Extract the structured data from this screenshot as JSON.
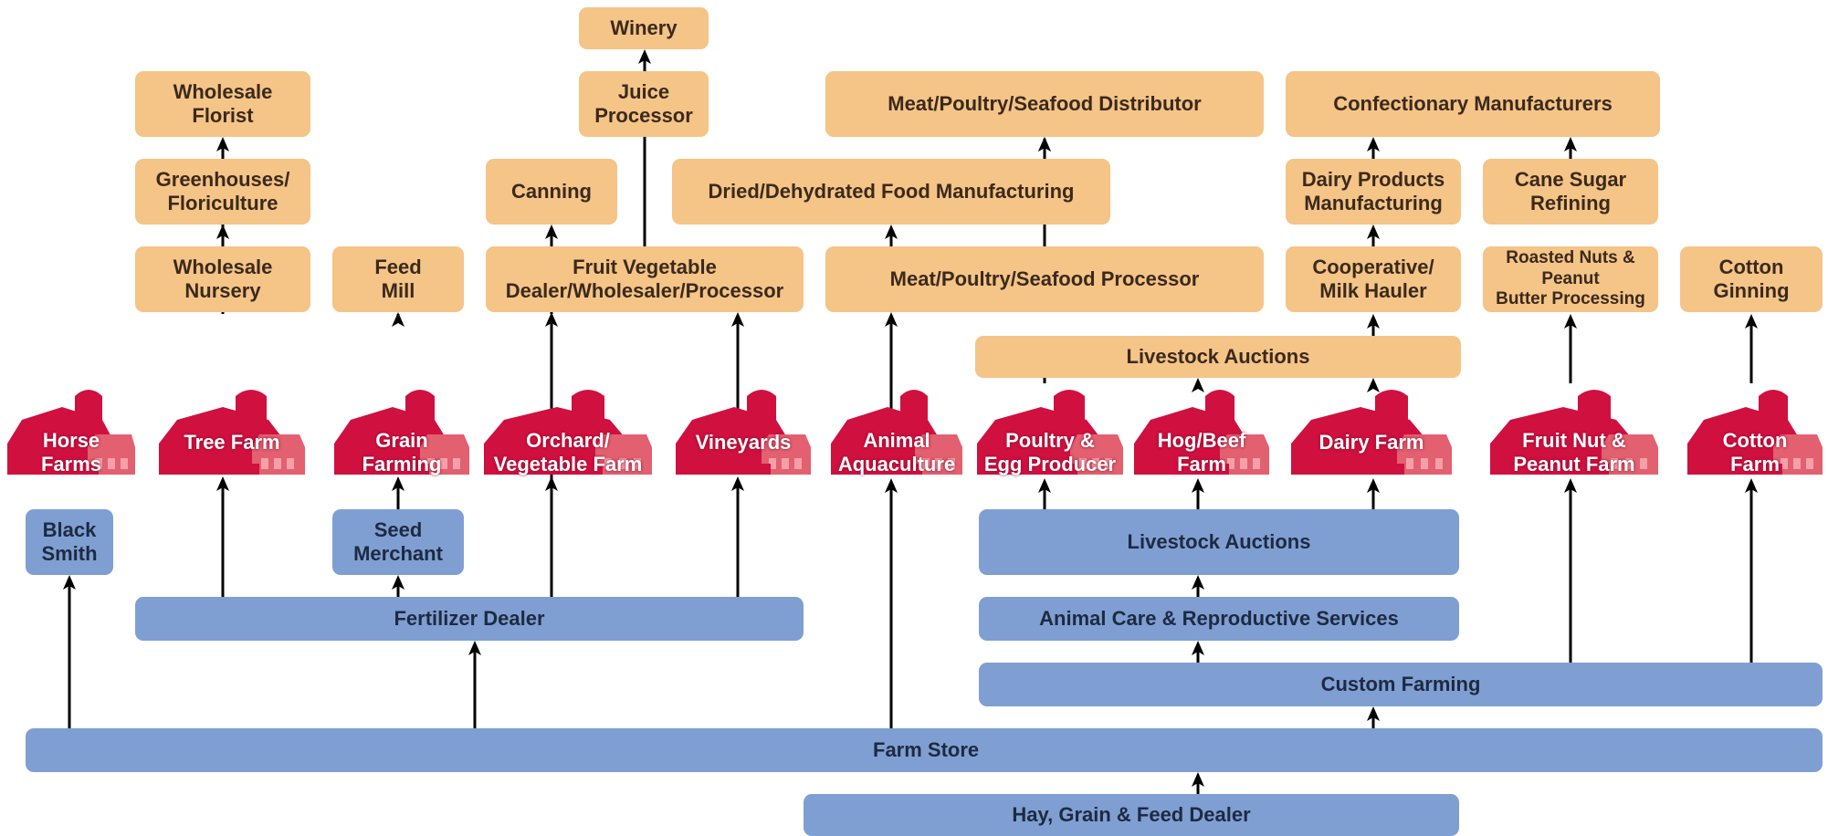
{
  "colors": {
    "orange": "#f5c487",
    "blue": "#7f9fd3",
    "farm": "#d0103f",
    "farm_light": "#e2606f",
    "arrow": "#000000"
  },
  "orange_nodes": {
    "winery": "Winery",
    "juice": "Juice\nProcessor",
    "wholesale_florist": "Wholesale\nFlorist",
    "meat_distributor": "Meat/Poultry/Seafood Distributor",
    "confectionary": "Confectionary Manufacturers",
    "greenhouses": "Greenhouses/\nFloriculture",
    "canning": "Canning",
    "dried": "Dried/Dehydrated Food Manufacturing",
    "dairy_products": "Dairy Products\nManufacturing",
    "cane_sugar": "Cane Sugar\nRefining",
    "wholesale_nursery": "Wholesale\nNursery",
    "feed_mill": "Feed\nMill",
    "fruit_veg_dealer": "Fruit Vegetable\nDealer/Wholesaler/Processor",
    "meat_processor": "Meat/Poultry/Seafood Processor",
    "cooperative": "Cooperative/\nMilk Hauler",
    "roasted_nuts": "Roasted Nuts & Peanut\nButter Processing",
    "cotton_ginning": "Cotton\nGinning",
    "livestock_top": "Livestock Auctions"
  },
  "farms": {
    "horse": "Horse\nFarms",
    "tree": "Tree Farm",
    "grain": "Grain\nFarming",
    "orchard": "Orchard/\nVegetable Farm",
    "vineyards": "Vineyards",
    "aquaculture": "Animal\nAquaculture",
    "poultry": "Poultry &\nEgg Producer",
    "hog": "Hog/Beef\nFarm",
    "dairy": "Dairy Farm",
    "fruit_nut": "Fruit Nut &\nPeanut Farm",
    "cotton": "Cotton\nFarm"
  },
  "blue_nodes": {
    "black_smith": "Black\nSmith",
    "seed_merchant": "Seed\nMerchant",
    "livestock_bottom": "Livestock Auctions",
    "fertilizer": "Fertilizer Dealer",
    "animal_care": "Animal Care & Reproductive Services",
    "custom_farming": "Custom Farming",
    "farm_store": "Farm Store",
    "hay_grain": "Hay, Grain & Feed Dealer"
  }
}
